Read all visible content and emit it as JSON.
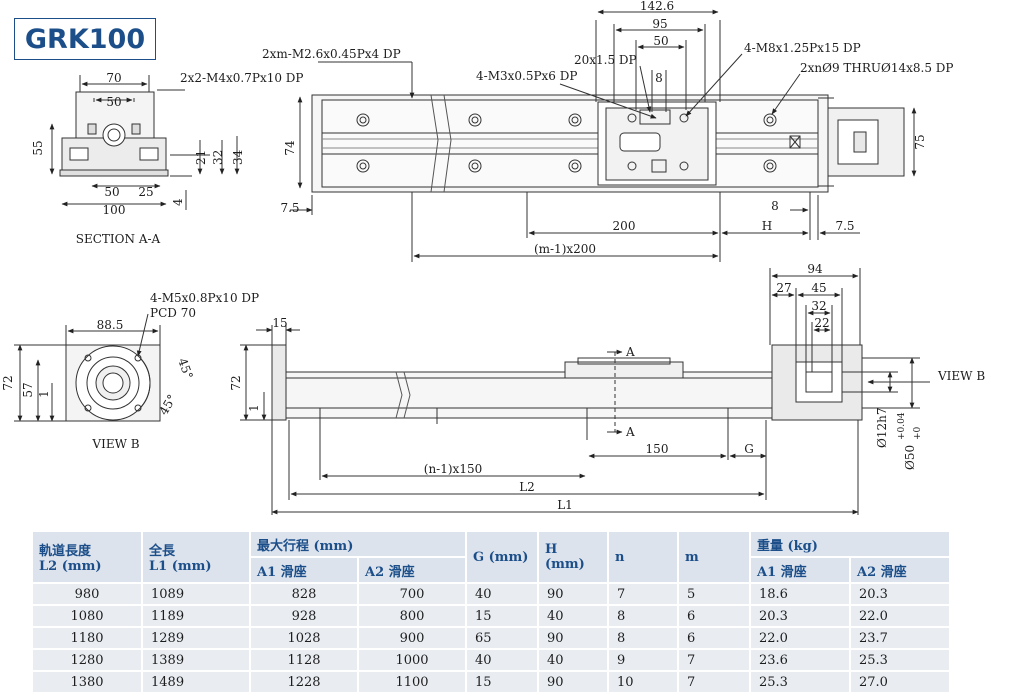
{
  "model": "GRK100",
  "section_aa": {
    "caption": "SECTION A-A",
    "dims": [
      "70",
      "50",
      "55",
      "21",
      "32",
      "34",
      "50",
      "25",
      "100",
      "4"
    ],
    "note_m4": "2x2-M4x0.7Px10 DP"
  },
  "top_view": {
    "notes": [
      "2xm-M2.6x0.45Px4 DP",
      "4-M3x0.5Px6 DP",
      "20x1.5 DP",
      "4-M8x1.25Px15 DP",
      "2xnØ9 THRUØ14x8.5 DP"
    ],
    "dims": [
      "142.6",
      "95",
      "50",
      "8",
      "74",
      "75",
      "7.5",
      "200",
      "8",
      "H",
      "7.5",
      "(m-1)x200"
    ]
  },
  "view_b": {
    "caption": "VIEW B",
    "notes": [
      "4-M5x0.8Px10 DP",
      "PCD 70"
    ],
    "dims": [
      "88.5",
      "45°",
      "45°",
      "72",
      "57",
      "1"
    ]
  },
  "side_view": {
    "dims": [
      "15",
      "72",
      "1",
      "A",
      "A",
      "150",
      "G",
      "(n-1)x150",
      "L2",
      "L1",
      "94",
      "27",
      "45",
      "32",
      "22",
      "Ø12h7",
      "Ø50",
      "+0.04",
      "+0",
      "VIEW B"
    ]
  },
  "table": {
    "headers": {
      "rail_length": "軌道長度",
      "rail_length_unit": "L2 (mm)",
      "total_length": "全長",
      "total_length_unit": "L1 (mm)",
      "max_stroke": "最大行程 (mm)",
      "a1_slider": "A1 滑座",
      "a2_slider": "A2 滑座",
      "g": "G (mm)",
      "h": "H (mm)",
      "n": "n",
      "m": "m",
      "weight": "重量 (kg)",
      "a1_weight": "A1 滑座",
      "a2_weight": "A2 滑座"
    },
    "rows": [
      [
        "980",
        "1089",
        "828",
        "700",
        "40",
        "90",
        "7",
        "5",
        "18.6",
        "20.3"
      ],
      [
        "1080",
        "1189",
        "928",
        "800",
        "15",
        "40",
        "8",
        "6",
        "20.3",
        "22.0"
      ],
      [
        "1180",
        "1289",
        "1028",
        "900",
        "65",
        "90",
        "8",
        "6",
        "22.0",
        "23.7"
      ],
      [
        "1280",
        "1389",
        "1128",
        "1000",
        "40",
        "40",
        "9",
        "7",
        "23.6",
        "25.3"
      ],
      [
        "1380",
        "1489",
        "1228",
        "1100",
        "15",
        "90",
        "10",
        "7",
        "25.3",
        "27.0"
      ]
    ]
  }
}
